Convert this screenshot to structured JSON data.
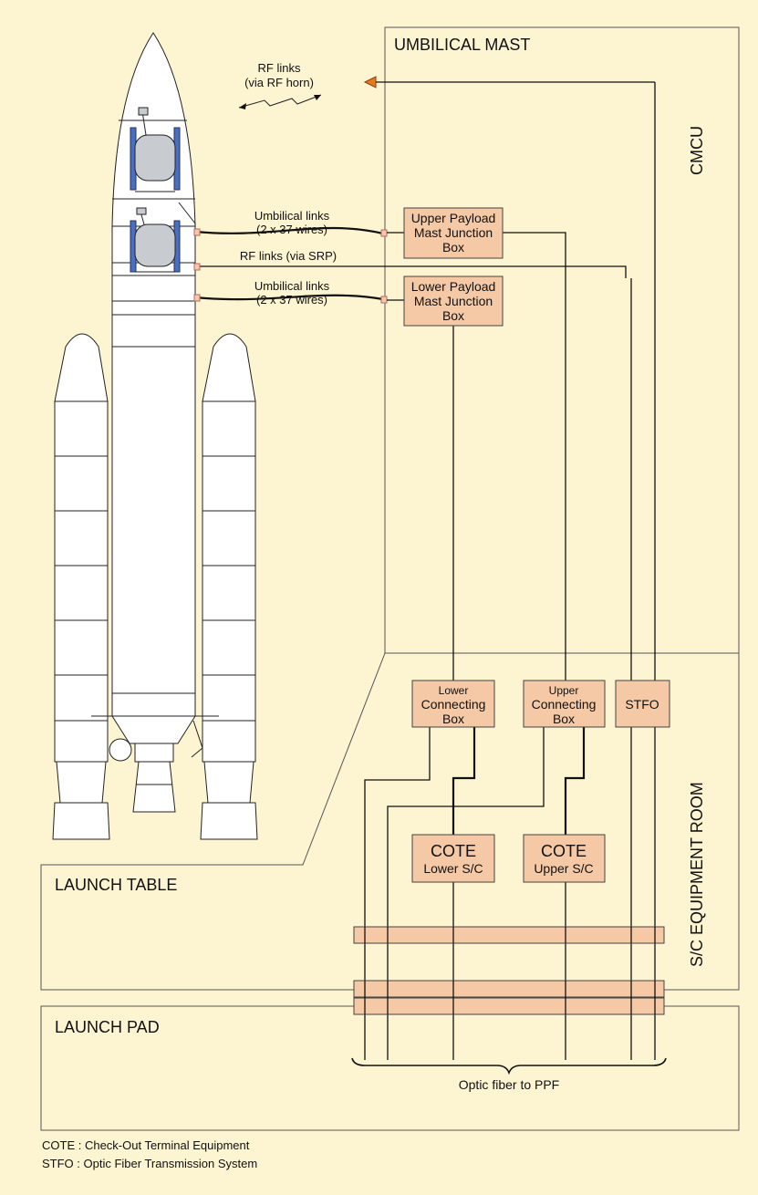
{
  "zones": {
    "umbilical_mast": "UMBILICAL MAST",
    "cmcu": "CMCU",
    "sc_equipment_room": "S/C EQUIPMENT ROOM",
    "launch_table": "LAUNCH TABLE",
    "launch_pad": "LAUNCH PAD"
  },
  "links": {
    "rf_horn_1": "RF links",
    "rf_horn_2": "(via RF horn)",
    "umb_upper_1": "Umbilical links",
    "umb_upper_2": "(2 x 37 wires)",
    "rf_srp": "RF links (via SRP)",
    "umb_lower_1": "Umbilical links",
    "umb_lower_2": "(2 x 37 wires)"
  },
  "boxes": {
    "upper_mjb": [
      "Upper Payload",
      "Mast Junction",
      "Box"
    ],
    "lower_mjb": [
      "Lower Payload",
      "Mast Junction",
      "Box"
    ],
    "lower_cb": [
      "Lower",
      "Connecting",
      "Box"
    ],
    "upper_cb": [
      "Upper",
      "Connecting",
      "Box"
    ],
    "stfo": "STFO",
    "cote_lower": [
      "COTE",
      "Lower S/C"
    ],
    "cote_upper": [
      "COTE",
      "Upper S/C"
    ]
  },
  "optic_fiber": "Optic fiber to PPF",
  "footnotes": {
    "cote": "COTE : Check-Out Terminal Equipment",
    "stfo": "STFO : Optic Fiber Transmission System"
  },
  "colors": {
    "background": "#fdf4d2",
    "box_fill": "#f5c9a5",
    "rf_horn": "#e8781e",
    "solar_panel": "#4a6fbf"
  }
}
